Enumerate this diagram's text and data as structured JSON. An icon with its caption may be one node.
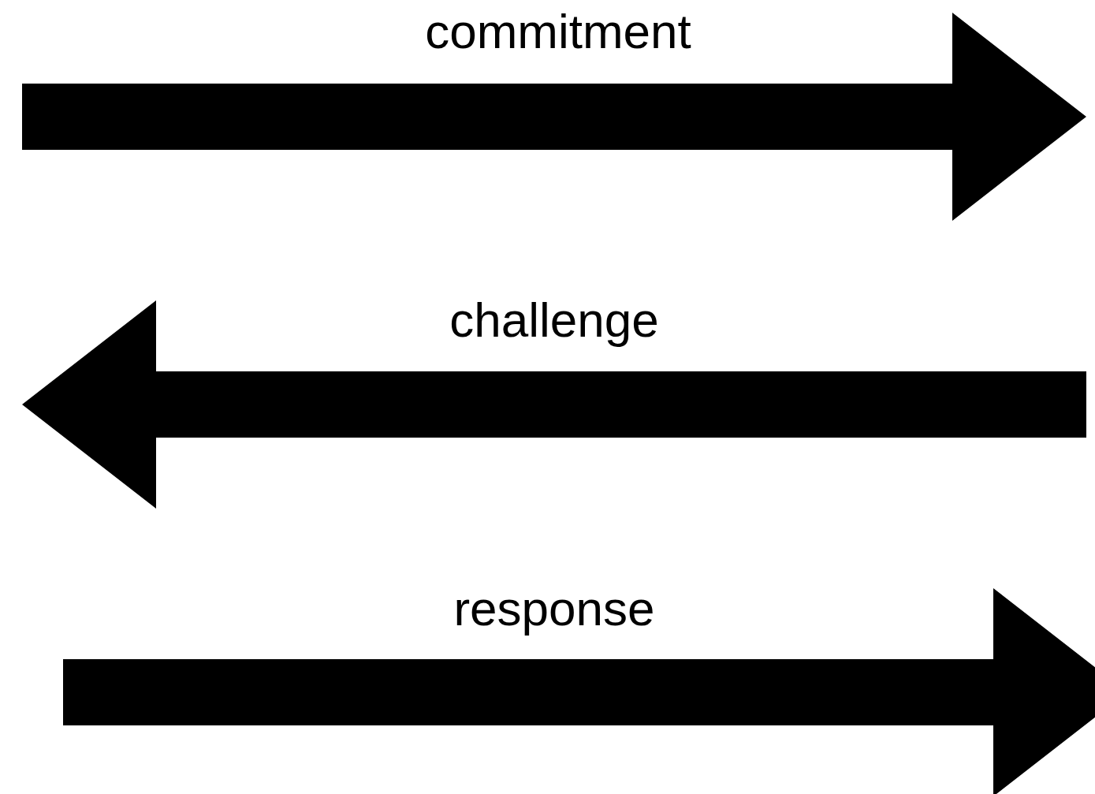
{
  "diagram": {
    "labels": [
      "commitment",
      "challenge",
      "response"
    ]
  }
}
